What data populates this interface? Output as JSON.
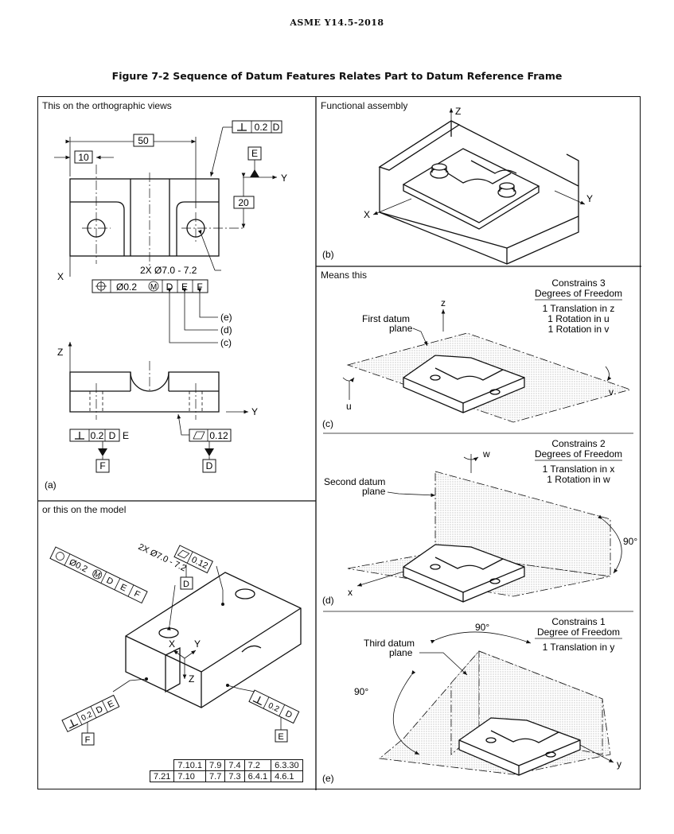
{
  "header": "ASME Y14.5-2018",
  "figure_title": "Figure 7-2 Sequence of Datum Features Relates Part to Datum Reference Frame",
  "panels": {
    "ortho": {
      "heading": "This on the orthographic views",
      "label": "(a)",
      "dim_50": "50",
      "dim_10": "10",
      "dim_20": "20",
      "perp_top": "0.2",
      "perp_top_datum": "D",
      "datum_E": "E",
      "axis_y": "Y",
      "axis_x": "X",
      "axis_z": "Z",
      "axis_y2": "Y",
      "hole_callout": "2X Ø7.0 - 7.2",
      "pos_tol": "Ø0.2",
      "pos_mod": "M",
      "pos_d1": "D",
      "pos_d2": "E",
      "pos_d3": "F",
      "lead_e": "(e)",
      "lead_d": "(d)",
      "lead_c": "(c)",
      "perp_bottom": "0.2",
      "perp_bottom_d1": "D",
      "perp_bottom_d2": "E",
      "datum_F": "F",
      "flat_tol": "0.12",
      "datum_D": "D"
    },
    "model": {
      "heading": "or this on the model",
      "pos_tol": "Ø0.2",
      "pos_mod": "M",
      "pos_d1": "D",
      "pos_d2": "E",
      "pos_d3": "F",
      "hole_callout": "2X Ø7.0 - 7.2",
      "flat_tol": "0.12",
      "datum_D": "D",
      "axis_x": "X",
      "axis_y": "Y",
      "axis_z": "Z",
      "perp_left": "0.2",
      "perp_left_d1": "D",
      "perp_left_d2": "E",
      "datum_F": "F",
      "perp_right": "0.2",
      "perp_right_d1": "D",
      "datum_E": "E"
    },
    "assembly": {
      "heading": "Functional assembly",
      "label": "(b)",
      "axis_z": "Z",
      "axis_x": "X",
      "axis_y": "Y"
    },
    "means": {
      "heading": "Means this",
      "c": {
        "label": "(c)",
        "constr_title1": "Constrains 3",
        "constr_title2": "Degrees of Freedom",
        "lines": [
          "1 Translation in z",
          "1 Rotation in u",
          "1 Rotation in v"
        ],
        "plane_label1": "First datum",
        "plane_label2": "plane",
        "axis_z": "z",
        "axis_u": "u",
        "axis_v": "v"
      },
      "d": {
        "label": "(d)",
        "constr_title1": "Constrains 2",
        "constr_title2": "Degrees of Freedom",
        "lines": [
          "1 Translation in x",
          "1 Rotation in w"
        ],
        "plane_label1": "Second datum",
        "plane_label2": "plane",
        "axis_w": "w",
        "axis_x": "x",
        "angle": "90°"
      },
      "e": {
        "label": "(e)",
        "constr_title1": "Constrains 1",
        "constr_title2": "Degree of Freedom",
        "lines": [
          "1 Translation in y"
        ],
        "plane_label1": "Third datum",
        "plane_label2": "plane",
        "angle_top": "90°",
        "angle_left": "90°",
        "axis_y": "y"
      }
    }
  },
  "ref_table": {
    "row1": [
      "7.10.1",
      "7.9",
      "7.4",
      "7.2",
      "6.3.30"
    ],
    "row2": [
      "7.21",
      "7.10",
      "7.7",
      "7.3",
      "6.4.1",
      "4.6.1"
    ]
  }
}
